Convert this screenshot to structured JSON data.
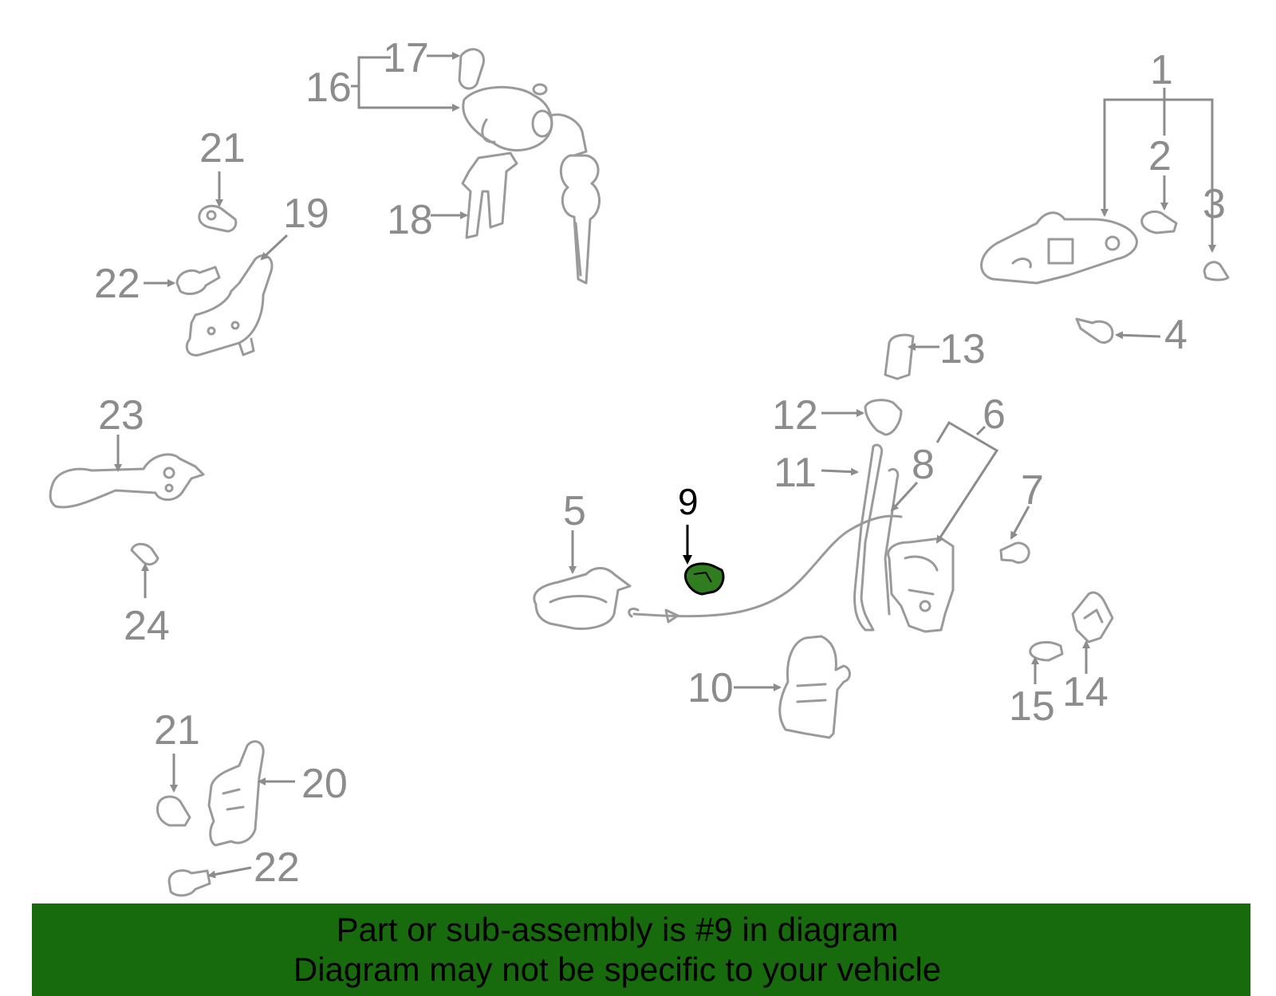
{
  "diagram": {
    "highlight_color": "#2f7d1f",
    "callouts": [
      "1",
      "2",
      "3",
      "4",
      "5",
      "6",
      "7",
      "8",
      "9",
      "10",
      "11",
      "12",
      "13",
      "14",
      "15",
      "16",
      "17",
      "18",
      "19",
      "20",
      "21",
      "21",
      "22",
      "22",
      "23",
      "24"
    ]
  },
  "banner": {
    "background": "#186b0c",
    "line1": "Part or sub-assembly is #9 in diagram",
    "line2": "Diagram may not be specific to your vehicle"
  }
}
